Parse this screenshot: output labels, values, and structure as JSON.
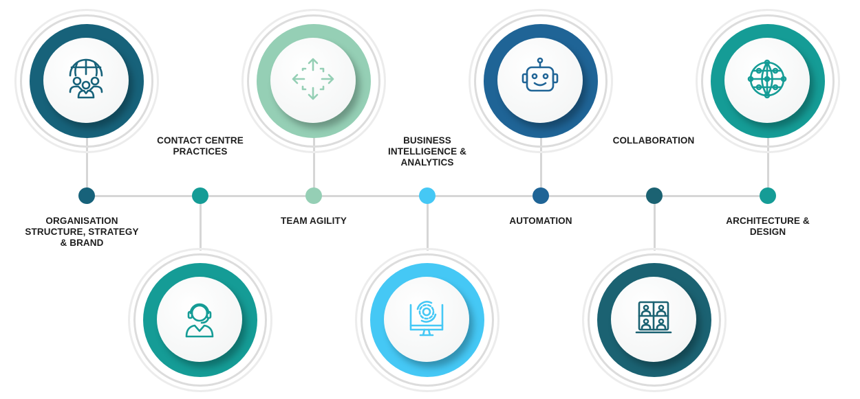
{
  "colors": {
    "dark_teal": "#17627A",
    "teal": "#159C96",
    "mint": "#95CFB5",
    "sky": "#45C8F5",
    "blue": "#1F6496",
    "deep_teal": "#1B6272",
    "line": "#D6D6D6"
  },
  "steps": [
    {
      "label": "ORGANISATION STRUCTURE, STRATEGY & BRAND",
      "icon": "globe-people-icon",
      "color": "#17627A"
    },
    {
      "label": "CONTACT CENTRE PRACTICES",
      "icon": "headset-agent-icon",
      "color": "#159C96"
    },
    {
      "label": "TEAM AGILITY",
      "icon": "move-arrows-icon",
      "color": "#95CFB5"
    },
    {
      "label": "BUSINESS INTELLIGENCE & ANALYTICS",
      "icon": "monitor-gear-icon",
      "color": "#45C8F5"
    },
    {
      "label": "AUTOMATION",
      "icon": "robot-icon",
      "color": "#1F6496"
    },
    {
      "label": "COLLABORATION",
      "icon": "video-conference-icon",
      "color": "#1B6272"
    },
    {
      "label": "ARCHITECTURE & DESIGN",
      "icon": "network-globe-icon",
      "color": "#159C96"
    }
  ]
}
